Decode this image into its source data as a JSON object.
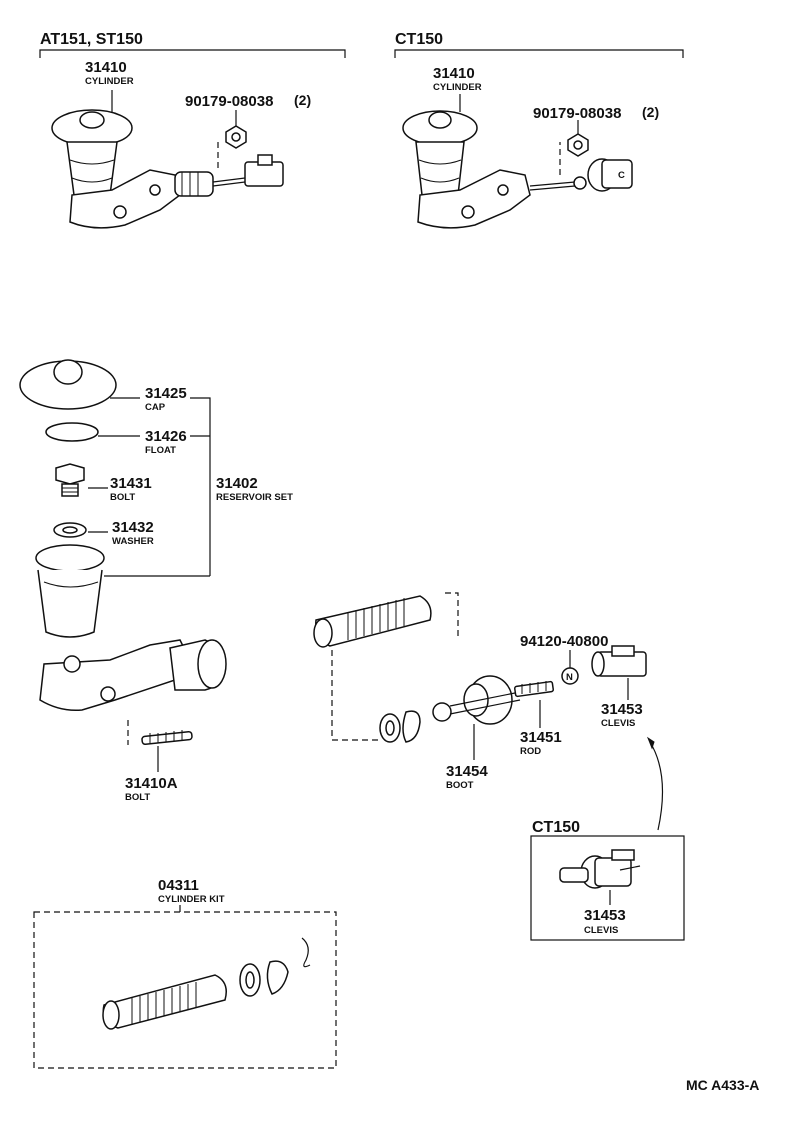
{
  "sections": {
    "left_title": "AT151, ST150",
    "right_title": "CT150",
    "clevis_inset_title": "CT150"
  },
  "parts": {
    "cyl_left": {
      "number": "31410",
      "name": "CYLINDER"
    },
    "nut_left": {
      "number": "90179-08038",
      "qty": "(2)"
    },
    "cyl_right": {
      "number": "31410",
      "name": "CYLINDER"
    },
    "nut_right": {
      "number": "90179-08038",
      "qty": "(2)"
    },
    "cap": {
      "number": "31425",
      "name": "CAP"
    },
    "float": {
      "number": "31426",
      "name": "FLOAT"
    },
    "bolt": {
      "number": "31431",
      "name": "BOLT"
    },
    "washer": {
      "number": "31432",
      "name": "WASHER"
    },
    "reservoir": {
      "number": "31402",
      "name": "RESERVOIR SET"
    },
    "stud": {
      "number": "31410A",
      "name": "BOLT"
    },
    "nut_n": {
      "number": "94120-40800",
      "symbol": "N"
    },
    "clevis": {
      "number": "31453",
      "name": "CLEVIS"
    },
    "rod": {
      "number": "31451",
      "name": "ROD"
    },
    "boot": {
      "number": "31454",
      "name": "BOOT"
    },
    "clevis_ct": {
      "number": "31453",
      "name": "CLEVIS"
    },
    "kit": {
      "number": "04311",
      "name": "CYLINDER KIT"
    }
  },
  "footer": {
    "code": "MC A433-A"
  }
}
